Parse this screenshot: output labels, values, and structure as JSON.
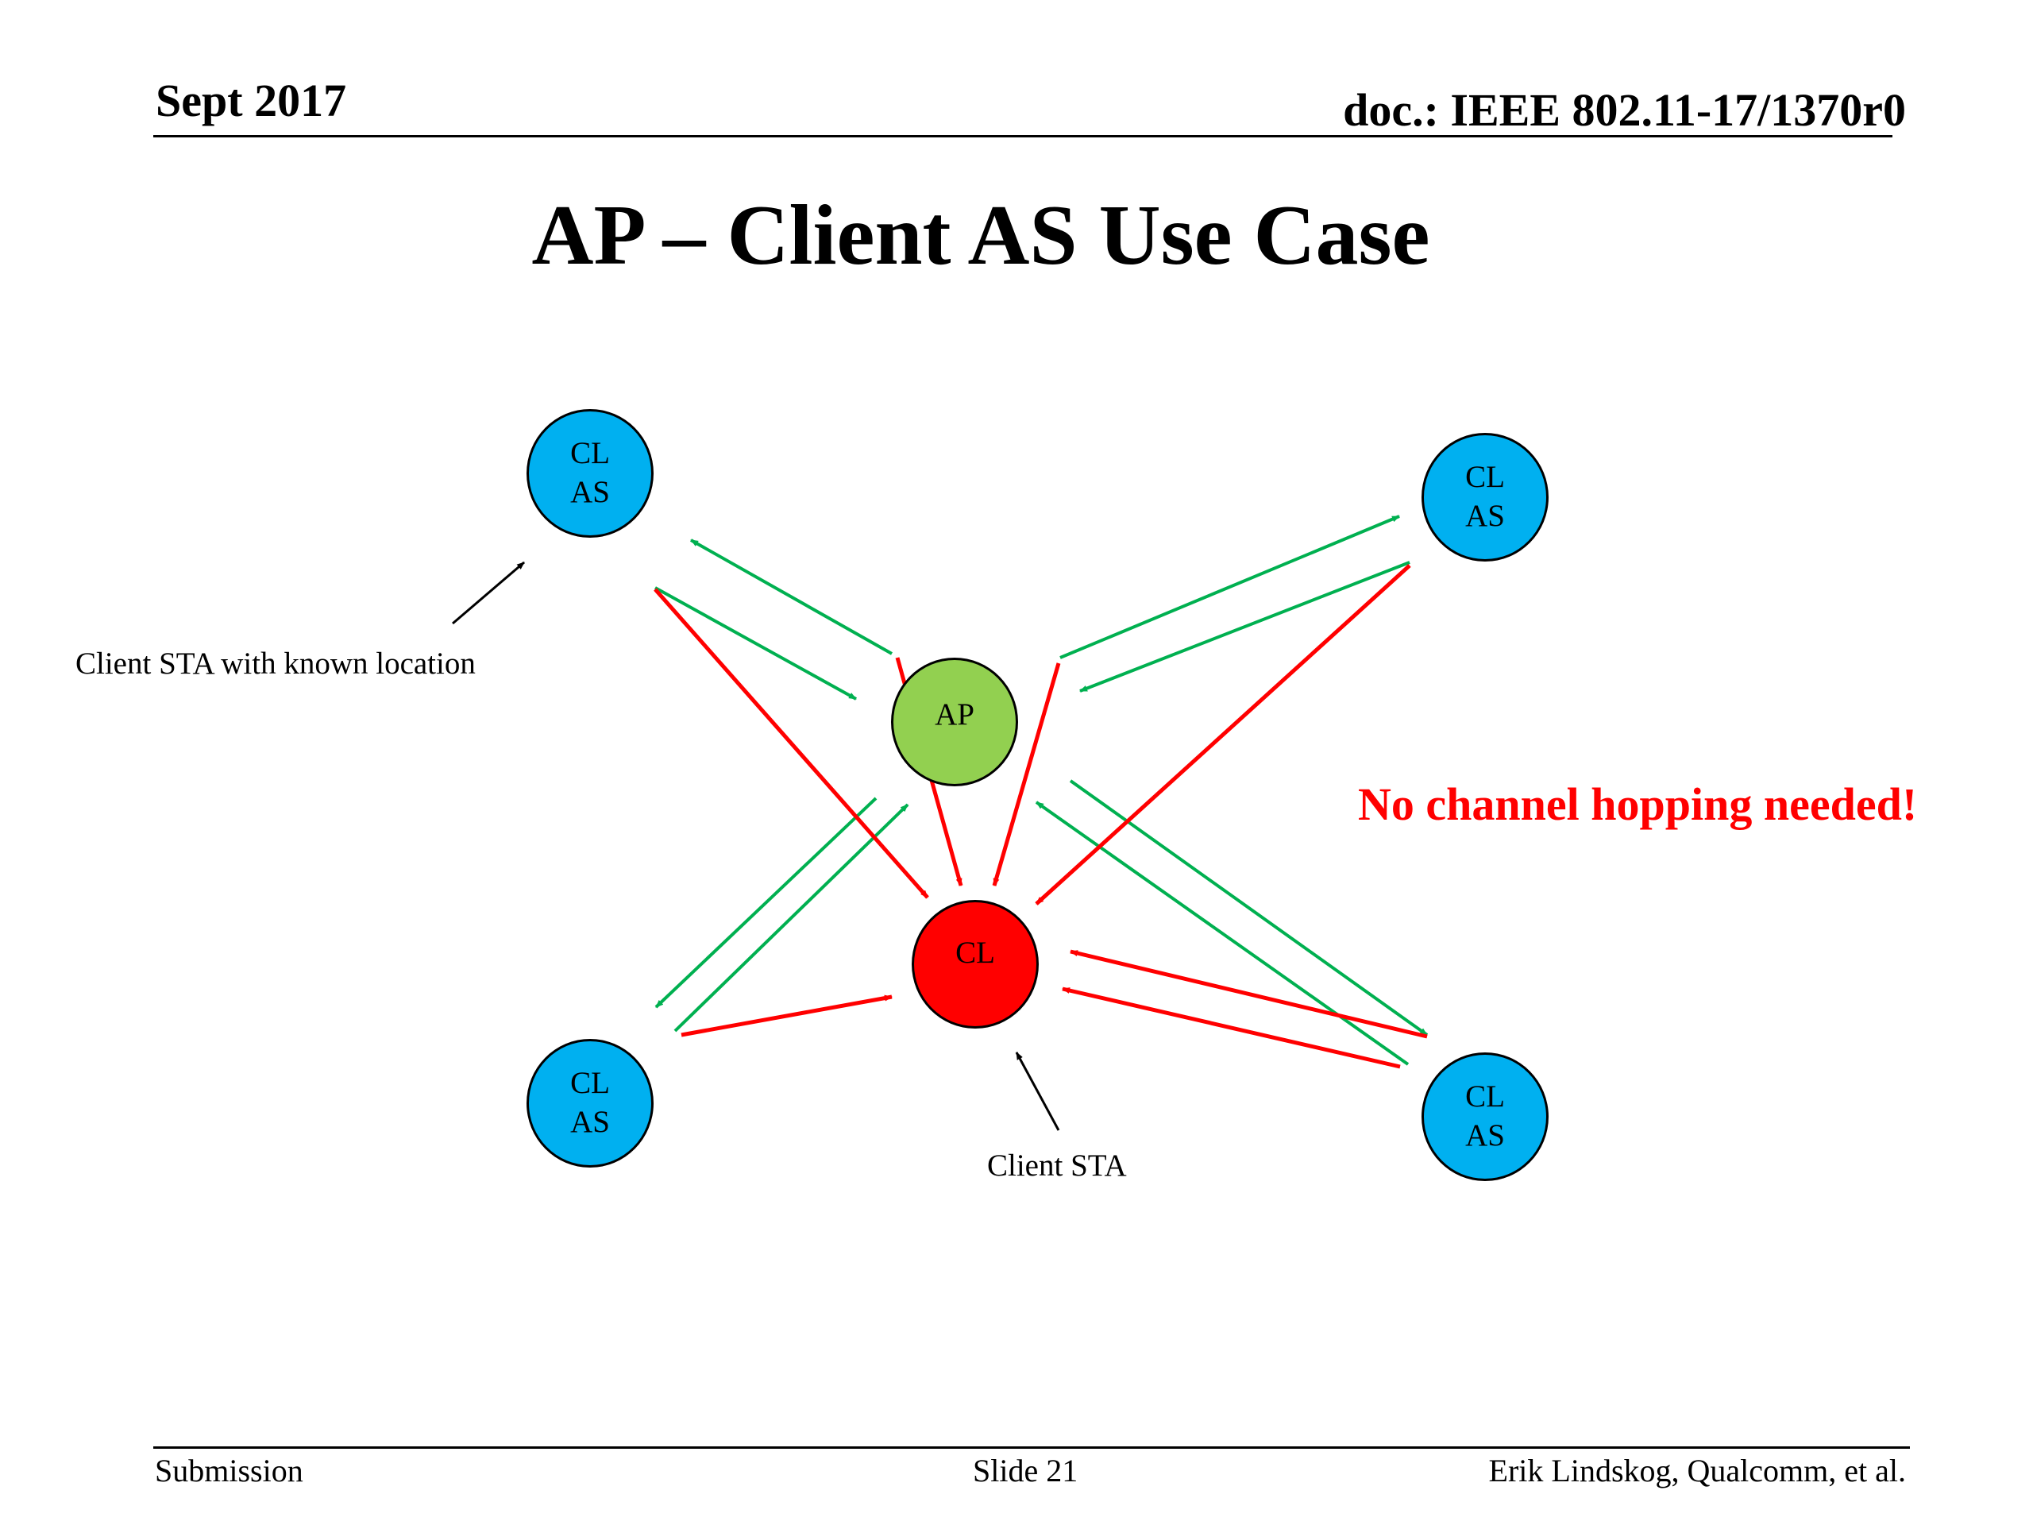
{
  "header": {
    "date": "Sept 2017",
    "doc": "doc.: IEEE 802.11-17/1370r0"
  },
  "title": "AP – Client AS Use Case",
  "nodes": {
    "cl_as_top_left": {
      "line1": "CL",
      "line2": "AS"
    },
    "cl_as_top_right": {
      "line1": "CL",
      "line2": "AS"
    },
    "ap": {
      "label": "AP"
    },
    "cl": {
      "label": "CL"
    },
    "cl_as_bottom_left": {
      "line1": "CL",
      "line2": "AS"
    },
    "cl_as_bottom_right": {
      "line1": "CL",
      "line2": "AS"
    }
  },
  "labels": {
    "known_location": "Client STA with known location",
    "client_sta": "Client STA",
    "note": "No channel hopping needed!"
  },
  "colors": {
    "as_node": "#00b0f0",
    "ap_node": "#92d050",
    "cl_node": "#ff0000",
    "green_arrow": "#00b050",
    "red_arrow": "#ff0000"
  },
  "footer": {
    "left": "Submission",
    "center": "Slide 21",
    "right": "Erik Lindskog, Qualcomm, et al."
  }
}
